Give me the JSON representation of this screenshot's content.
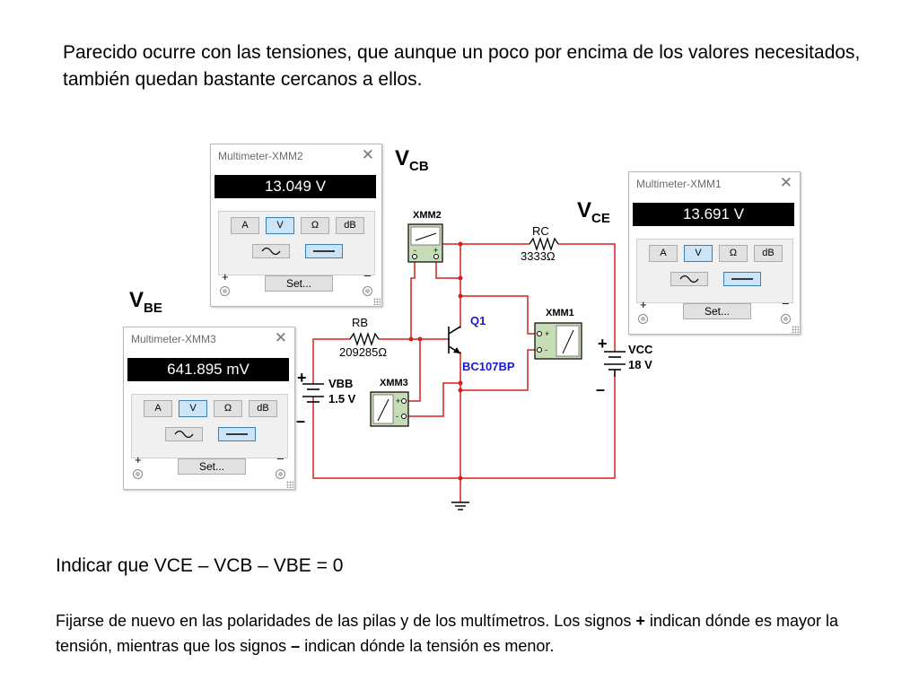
{
  "slide": {
    "intro_text": "Parecido ocurre con las tensiones, que aunque un poco por encima de los valores necesitados, también quedan bastante cercanos a ellos.",
    "indicar_text": "Indicar que  VCE – VCB – VBE = 0",
    "fijarse_text_1": "Fijarse de nuevo en las polaridades de las pilas y de los multímetros. Los signos",
    "fijarse_plus": "+",
    "fijarse_text_2": "indican dónde es mayor la tensión, mientras que los signos",
    "fijarse_minus": "–",
    "fijarse_text_3": "indican dónde la tensión es menor."
  },
  "labels": {
    "vcb_main": "V",
    "vcb_sub": "CB",
    "vce_main": "V",
    "vce_sub": "CE",
    "vbe_main": "V",
    "vbe_sub": "BE"
  },
  "multimeters": {
    "xmm2": {
      "title": "Multimeter-XMM2",
      "reading": "13.049 V"
    },
    "xmm1": {
      "title": "Multimeter-XMM1",
      "reading": "13.691 V"
    },
    "xmm3": {
      "title": "Multimeter-XMM3",
      "reading": "641.895 mV"
    },
    "buttons": {
      "a": "A",
      "v": "V",
      "ohm": "Ω",
      "db": "dB",
      "set": "Set...",
      "plus": "+",
      "minus": "–",
      "close": "✕"
    },
    "active_mode": "V",
    "active_wave": "dc"
  },
  "schematic": {
    "xmm2_label": "XMM2",
    "xmm1_label": "XMM1",
    "xmm3_label": "XMM3",
    "rc_name": "RC",
    "rc_value": "3333Ω",
    "rb_name": "RB",
    "rb_value": "209285Ω",
    "q1_name": "Q1",
    "q1_model": "BC107BP",
    "vcc_name": "VCC",
    "vcc_value": "18 V",
    "vbb_name": "VBB",
    "vbb_value": "1.5 V",
    "plus": "+",
    "minus": "–",
    "meter_minus": "-"
  },
  "colors": {
    "wire": "#d42020",
    "meter_green": "#c6dcb4",
    "transistor_label": "#1a1acc",
    "display_bg": "#000000",
    "active_button": "#cce4f7"
  }
}
